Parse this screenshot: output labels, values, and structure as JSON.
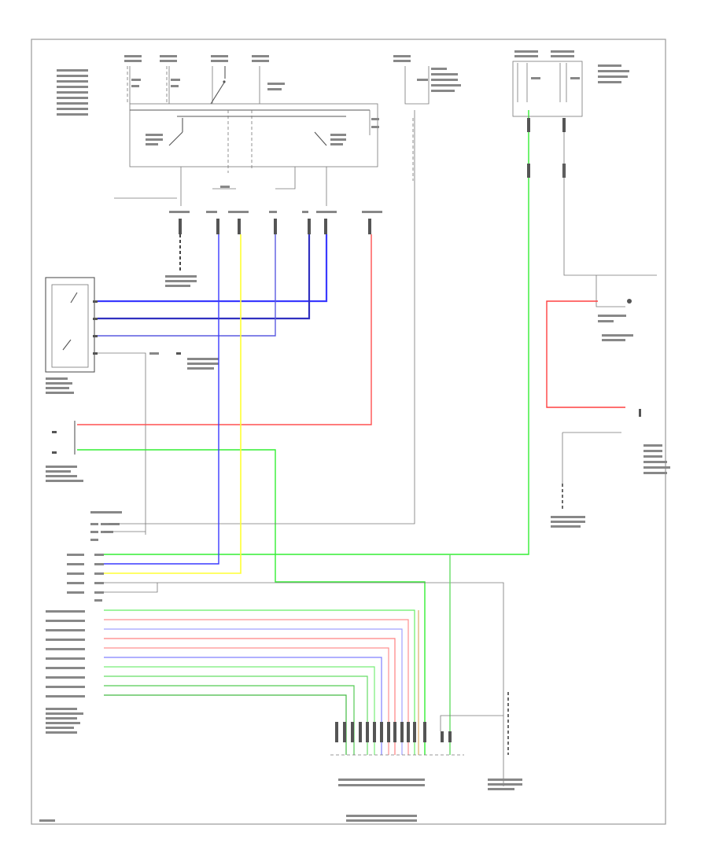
{
  "diagram": {
    "footer_code": "",
    "bottom_caption": ""
  },
  "colors": {
    "blue": "#3a3aff",
    "navy": "#3030c0",
    "yellow": "#ffff33",
    "red": "#ff4040",
    "green": "#33ee33",
    "pink": "#ff9090",
    "orange": "#ddaa66",
    "black": "#555555"
  },
  "components": [
    {
      "id": "top-fuse-block"
    },
    {
      "id": "ignition-relay"
    },
    {
      "id": "front-wiper-relays"
    },
    {
      "id": "front-wiper-motor"
    },
    {
      "id": "front-washer-pump"
    },
    {
      "id": "rear-wiper-fuse"
    },
    {
      "id": "rear-wiper-motor"
    },
    {
      "id": "rear-washer-pump"
    },
    {
      "id": "body-control-module"
    },
    {
      "id": "combination-switch"
    },
    {
      "id": "ground-points"
    }
  ]
}
